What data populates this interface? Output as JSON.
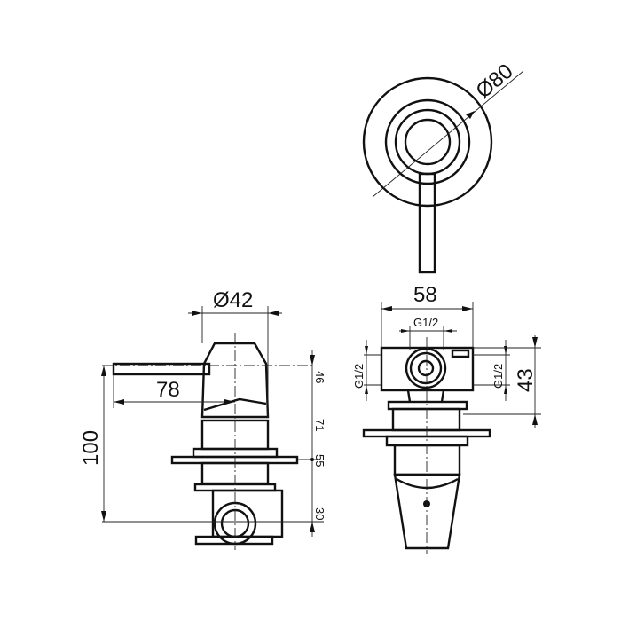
{
  "front_view": {
    "diameter_label": "Ø80"
  },
  "side_view": {
    "diameter_label": "Ø42",
    "lever_length_label": "78",
    "height_label": "100",
    "stack_labels": [
      "46",
      "71",
      "55",
      "30"
    ]
  },
  "rear_view": {
    "width_label": "58",
    "top_thread_label": "G1/2",
    "left_thread_label": "G1/2",
    "right_thread_label": "G1/2",
    "depth_label": "43"
  }
}
